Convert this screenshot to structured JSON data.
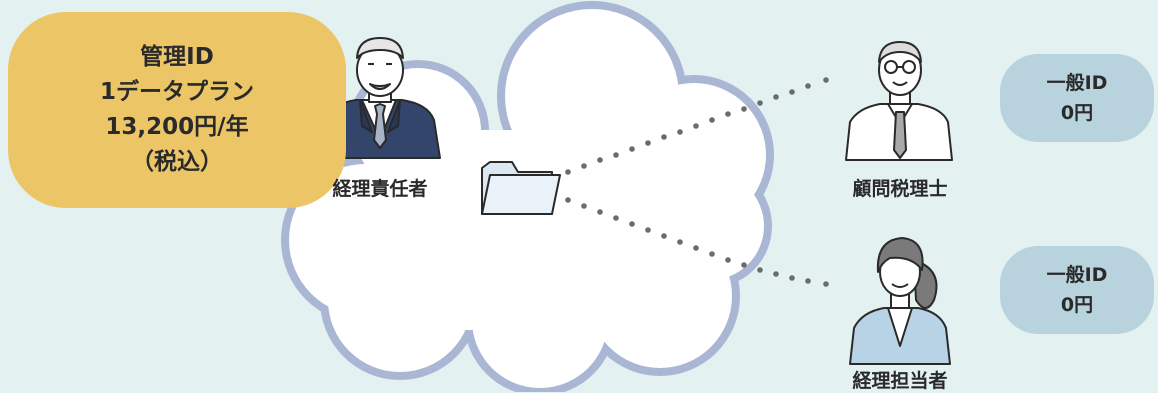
{
  "admin_plan": {
    "title": "管理ID",
    "plan": "1データプラン",
    "price": "13,200円/年",
    "tax_note": "（税込）"
  },
  "people": {
    "manager": "経理責任者",
    "tax_advisor": "顧問税理士",
    "staff": "経理担当者"
  },
  "general_ids": [
    {
      "title": "一般ID",
      "price": "0円"
    },
    {
      "title": "一般ID",
      "price": "0円"
    }
  ],
  "colors": {
    "background": "#e4f1f1",
    "admin_box": "#ecc566",
    "general_box": "#b8d3dd",
    "cloud_outline": "#a9b6d4",
    "dots": "#6b6b6b"
  }
}
